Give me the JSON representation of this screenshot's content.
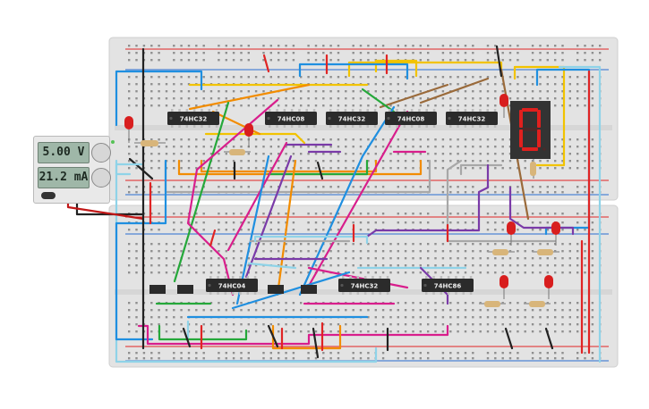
{
  "power_supply": {
    "voltage": "5.00 V",
    "current": "21.2 mA"
  },
  "chips": [
    {
      "label": "74HC32"
    },
    {
      "label": "74HC08"
    },
    {
      "label": "74HC32"
    },
    {
      "label": "74HC08"
    },
    {
      "label": "74HC32"
    },
    {
      "label": "74HC04"
    },
    {
      "label": "74HC32"
    },
    {
      "label": "74HC86"
    }
  ],
  "seven_segment": {
    "digit": "0"
  },
  "colors": {
    "board": "#e3e3e3",
    "chip": "#2b2b2b",
    "rail_red": "#e02424",
    "rail_blue": "#2a6ed1",
    "led": "#d81e1e",
    "segment_on": "#e0201e"
  }
}
